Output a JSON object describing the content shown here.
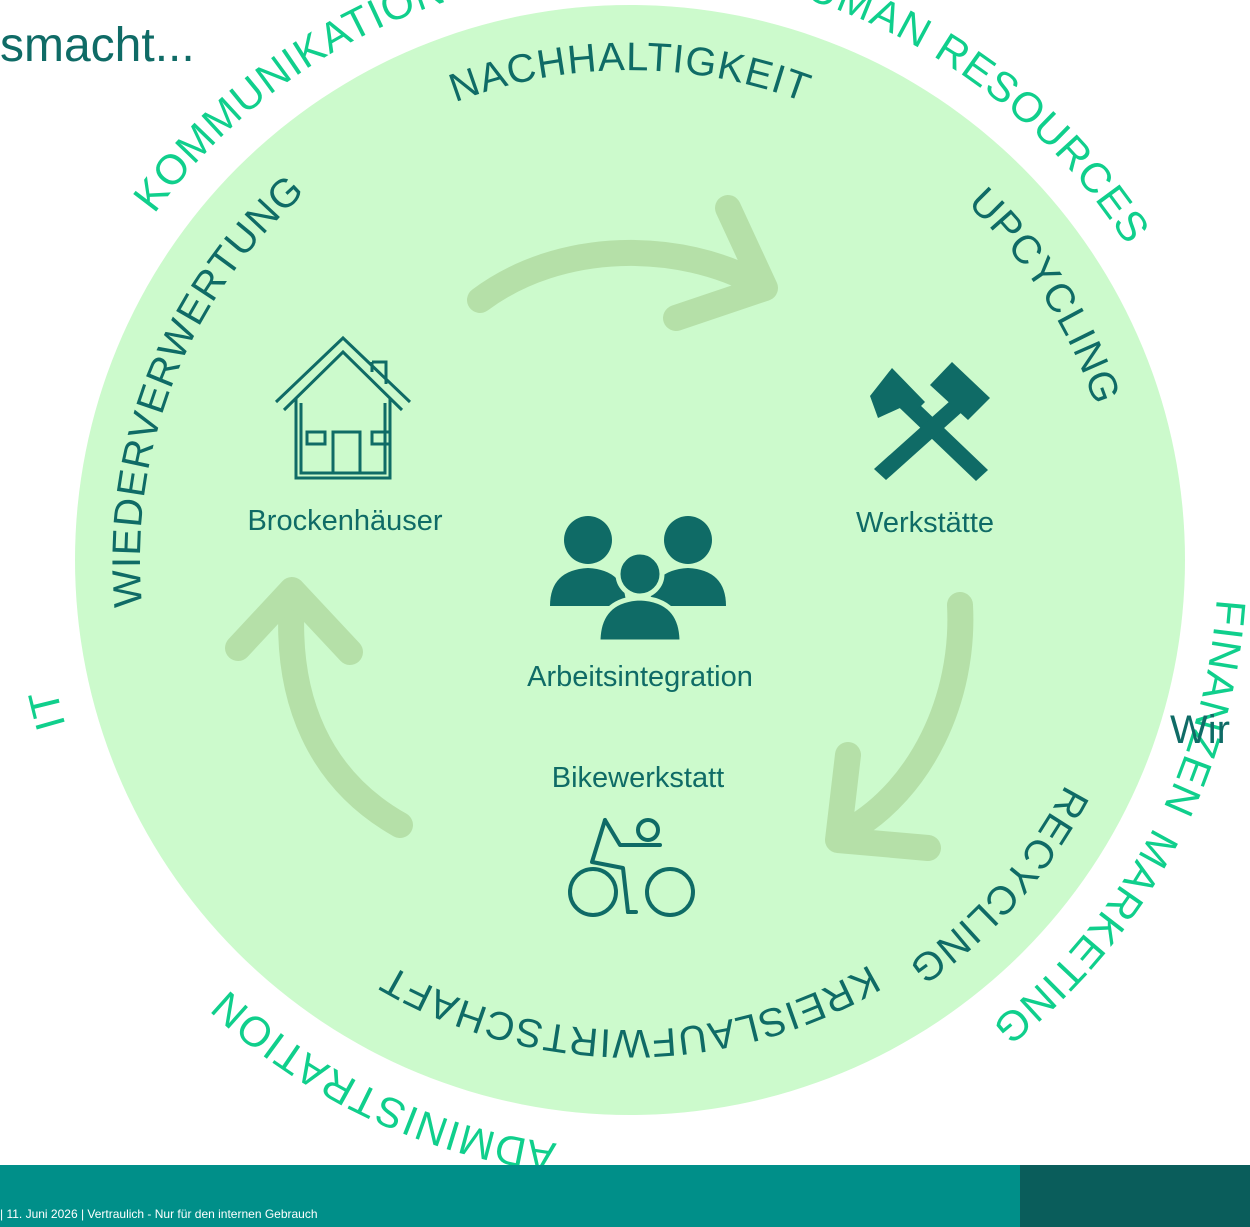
{
  "title_fragment": "smacht...",
  "right_fragment": "Wir",
  "footer": {
    "text": "|  11. Juni 2026  | Vertraulich - Nur für den internen Gebrauch"
  },
  "inner_ring": {
    "top": "NACHHALTIGKEIT",
    "right": "UPCYCLING",
    "lower_right": "RECYCLING",
    "bottom": "KREISLAUFWIRTSCHAFT",
    "left": "WIEDERVERWERTUNG"
  },
  "outer_ring": {
    "kommunikation": "KOMMUNIKATION",
    "human_resources": "HUMAN RESOURCES",
    "finanzen": "FINANZEN",
    "administration": "ADMINISTRATION",
    "marketing": "MARKETING",
    "it": "IT"
  },
  "nodes": {
    "brockenhaeuser": "Brockenhäuser",
    "werkstaette": "Werkstätte",
    "arbeitsintegration": "Arbeitsintegration",
    "bikewerkstatt": "Bikewerkstatt"
  },
  "colors": {
    "circle_fill": "#ccfacc",
    "arrow": "#b5e0a8",
    "inner_text": "#0f6b66",
    "outer_text": "#10cf8c",
    "icon": "#0f6b66",
    "footer": "#008f89",
    "footer_dark": "#0a5d5b"
  },
  "icons": [
    "house-icon",
    "hammers-icon",
    "people-group-icon",
    "cyclist-icon"
  ]
}
